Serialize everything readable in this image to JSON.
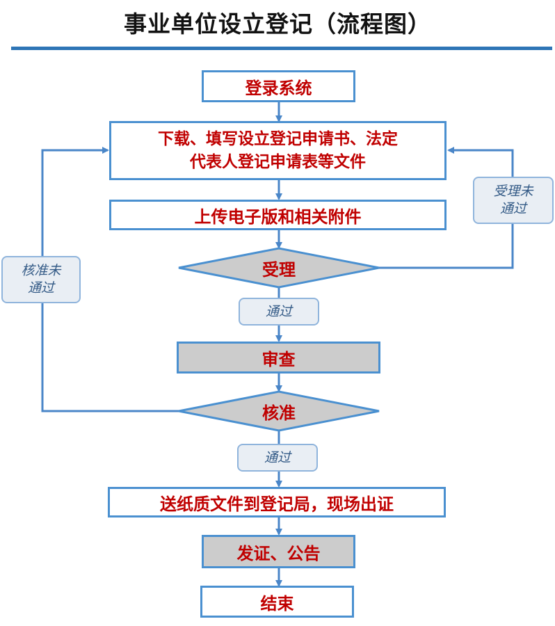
{
  "title": "事业单位设立登记（流程图）",
  "steps": {
    "login": "登录系统",
    "download_line1": "下载、填写设立登记申请书、法定",
    "download_line2": "代表人登记申请表等文件",
    "upload": "上传电子版和相关附件",
    "accept": "受理",
    "review": "审查",
    "approve": "核准",
    "deliver": "送纸质文件到登记局，现场出证",
    "issue": "发证、公告",
    "end": "结束"
  },
  "tags": {
    "pass_1": "通过",
    "pass_2": "通过",
    "not_accepted_line1": "受理未",
    "not_accepted_line2": "通过",
    "not_approved_line1": "核准未",
    "not_approved_line2": "通过"
  },
  "colors": {
    "rule": "#2e75b6",
    "box_border": "#4a90d0",
    "step_text": "#c00000",
    "gray_fill": "#cccccc",
    "tag_fill": "#e9eef4",
    "tag_text": "#335a86",
    "wire": "#4a86c8"
  }
}
